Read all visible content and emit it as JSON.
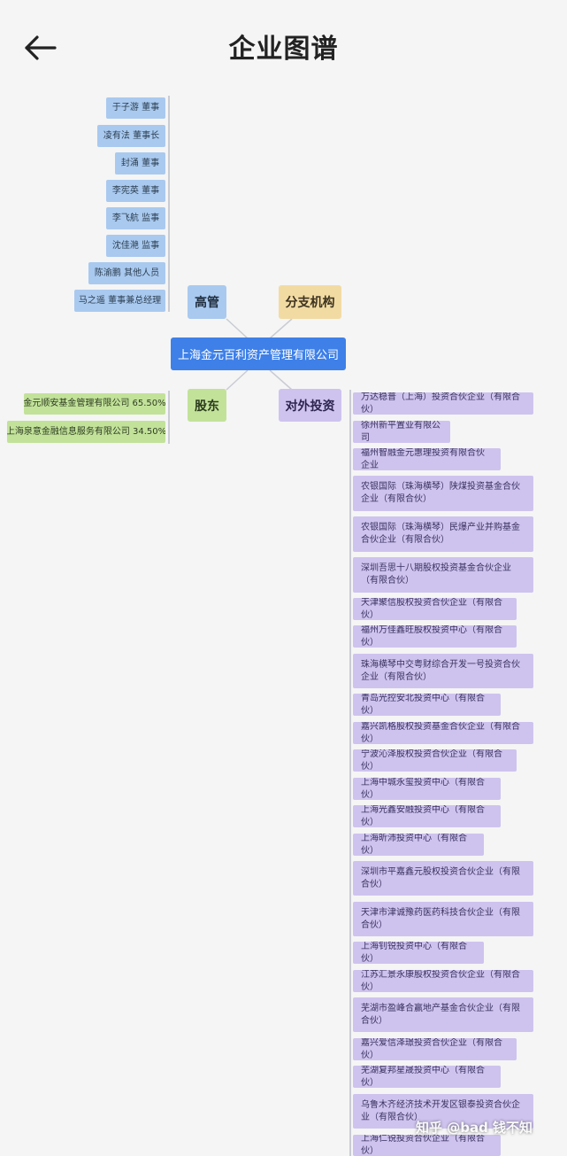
{
  "header": {
    "title": "企业图谱"
  },
  "center": {
    "label": "上海金元百利资产管理有限公司"
  },
  "categories": {
    "executives": "高管",
    "branches": "分支机构",
    "shareholders": "股东",
    "investments": "对外投资"
  },
  "executives": [
    "于子游 董事",
    "凌有法 董事长",
    "封涌 董事",
    "李宪英 董事",
    "李飞航 监事",
    "沈佳滟 监事",
    "陈渝鹏 其他人员",
    "马之遥 董事兼总经理"
  ],
  "shareholders": [
    "金元顺安基金管理有限公司 65.50%",
    "上海泉意金融信息服务有限公司 34.50%"
  ],
  "investments": [
    "万达稳普（上海）投资合伙企业（有限合伙）",
    "徐州新平置业有限公司",
    "福州智融金元惠理投资有限合伙企业",
    "农银国际（珠海横琴）陕煤投资基金合伙企业（有限合伙）",
    "农银国际（珠海横琴）民爆产业并购基金合伙企业（有限合伙）",
    "深圳吾思十八期股权投资基金合伙企业（有限合伙）",
    "天津聚信股权投资合伙企业（有限合伙）",
    "福州万佳鑫旺股权投资中心（有限合伙）",
    "珠海横琴中交粤财综合开发一号投资合伙企业（有限合伙）",
    "青岛光控安北投资中心（有限合伙）",
    "嘉兴凯格股权投资基金合伙企业（有限合伙）",
    "宁波沁泽股权投资合伙企业（有限合伙）",
    "上海中城永玺投资中心（有限合伙）",
    "上海光鑫安融投资中心（有限合伙）",
    "上海昕沛投资中心（有限合伙）",
    "深圳市平嘉鑫元股权投资合伙企业（有限合伙）",
    "天津市津诚豫药医药科技合伙企业（有限合伙）",
    "上海钊锐投资中心（有限合伙）",
    "江苏汇景永康股权投资合伙企业（有限合伙）",
    "芜湖市盈峰合赢地产基金合伙企业（有限合伙）",
    "嘉兴爱信泽璟投资合伙企业（有限合伙）",
    "芜湖复邦星晟投资中心（有限合伙）",
    "乌鲁木齐经济技术开发区银泰投资合伙企业（有限合伙）",
    "上海仁锐投资合伙企业（有限合伙）"
  ],
  "watermark": "知乎 @bad 钱不知",
  "colors": {
    "center": "#3e80e8",
    "executives": "#a9c9ef",
    "branches": "#f2dba3",
    "shareholders": "#c2e29a",
    "investments": "#cec3ee",
    "lines": "#c9ccd3"
  }
}
